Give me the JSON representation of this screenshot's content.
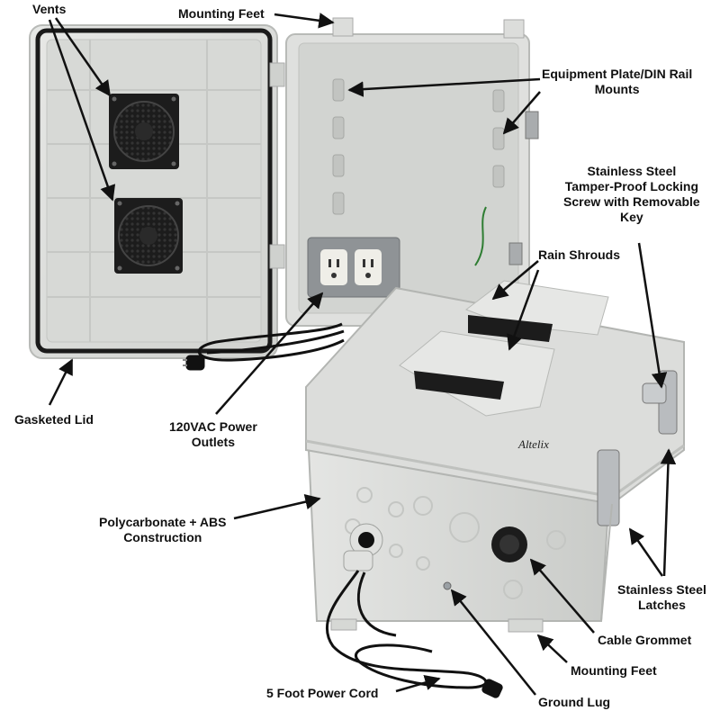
{
  "callouts": {
    "vents": "Vents",
    "mounting_feet_top": "Mounting Feet",
    "equipment_plate": [
      "Equipment Plate/DIN Rail",
      "Mounts"
    ],
    "locking_screw": [
      "Stainless Steel",
      "Tamper-Proof Locking",
      "Screw with Removable",
      "Key"
    ],
    "rain_shrouds": "Rain Shrouds",
    "gasketed_lid": "Gasketed Lid",
    "power_outlets": [
      "120VAC Power",
      "Outlets"
    ],
    "construction": [
      "Polycarbonate + ABS",
      "Construction"
    ],
    "latches": [
      "Stainless Steel",
      "Latches"
    ],
    "cable_grommet": "Cable Grommet",
    "mounting_feet_bottom": "Mounting Feet",
    "power_cord": "5 Foot Power Cord",
    "ground_lug": "Ground Lug"
  },
  "brand_logo": "Altelix",
  "colors": {
    "enclosure": "#dcdddb",
    "enclosure_shadow": "#b9bbb8",
    "gasket": "#1a1a1a",
    "fan": "#1c1c1c",
    "outlet_plate": "#8f9396",
    "outlet": "#efeee8",
    "cord": "#111111",
    "label_text": "#111111"
  }
}
